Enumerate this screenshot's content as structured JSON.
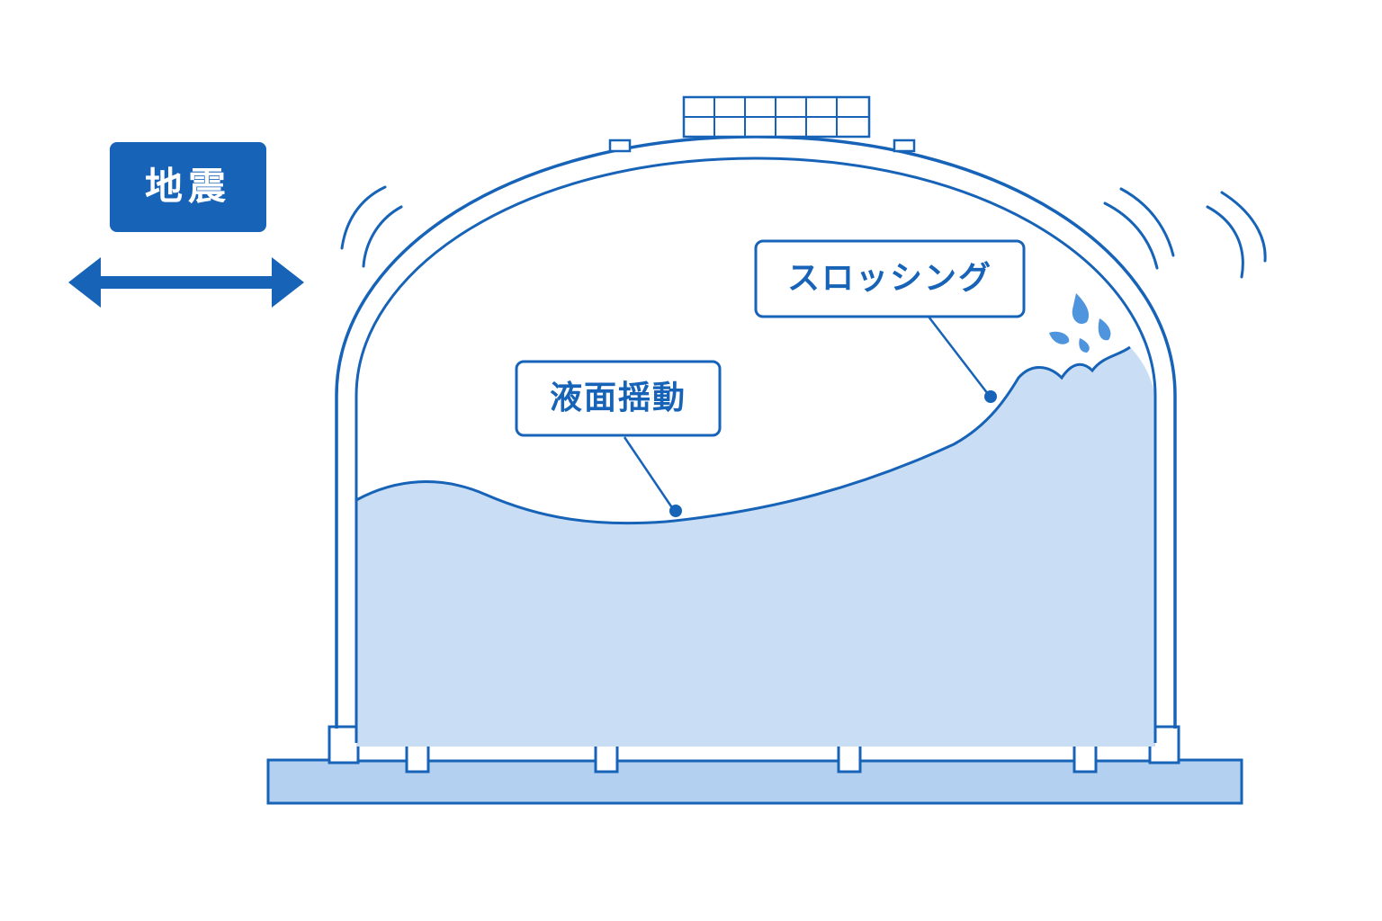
{
  "labels": {
    "earthquake": "地震",
    "liquid_surface_sway": "液面揺動",
    "sloshing": "スロッシング"
  },
  "colors": {
    "primary_blue": "#1763b8",
    "liquid_fill": "#c9def5",
    "base_fill": "#b3d0f1",
    "background": "#ffffff"
  },
  "icons": {
    "arrow": "double-headed-arrow-icon",
    "vibration": "vibration-waves-icon",
    "splash": "splash-droplet-icon"
  }
}
